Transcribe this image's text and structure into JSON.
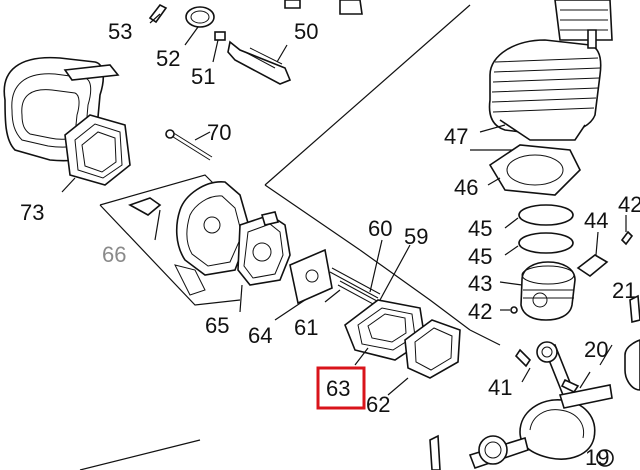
{
  "diagram": {
    "labels": [
      {
        "id": "53",
        "text": "53"
      },
      {
        "id": "52",
        "text": "52"
      },
      {
        "id": "51",
        "text": "51"
      },
      {
        "id": "50",
        "text": "50"
      },
      {
        "id": "70",
        "text": "70"
      },
      {
        "id": "47",
        "text": "47"
      },
      {
        "id": "73",
        "text": "73"
      },
      {
        "id": "66",
        "text": "66"
      },
      {
        "id": "46",
        "text": "46"
      },
      {
        "id": "60",
        "text": "60"
      },
      {
        "id": "59",
        "text": "59"
      },
      {
        "id": "45a",
        "text": "45"
      },
      {
        "id": "44",
        "text": "44"
      },
      {
        "id": "42top",
        "text": "42"
      },
      {
        "id": "45b",
        "text": "45"
      },
      {
        "id": "43",
        "text": "43"
      },
      {
        "id": "65",
        "text": "65"
      },
      {
        "id": "64",
        "text": "64"
      },
      {
        "id": "61",
        "text": "61"
      },
      {
        "id": "42",
        "text": "42"
      },
      {
        "id": "21",
        "text": "21"
      },
      {
        "id": "20",
        "text": "20"
      },
      {
        "id": "63",
        "text": "63"
      },
      {
        "id": "62",
        "text": "62"
      },
      {
        "id": "41",
        "text": "41"
      },
      {
        "id": "19",
        "text": "19"
      }
    ],
    "highlighted_part": "63",
    "highlight_color": "#d9141b"
  }
}
